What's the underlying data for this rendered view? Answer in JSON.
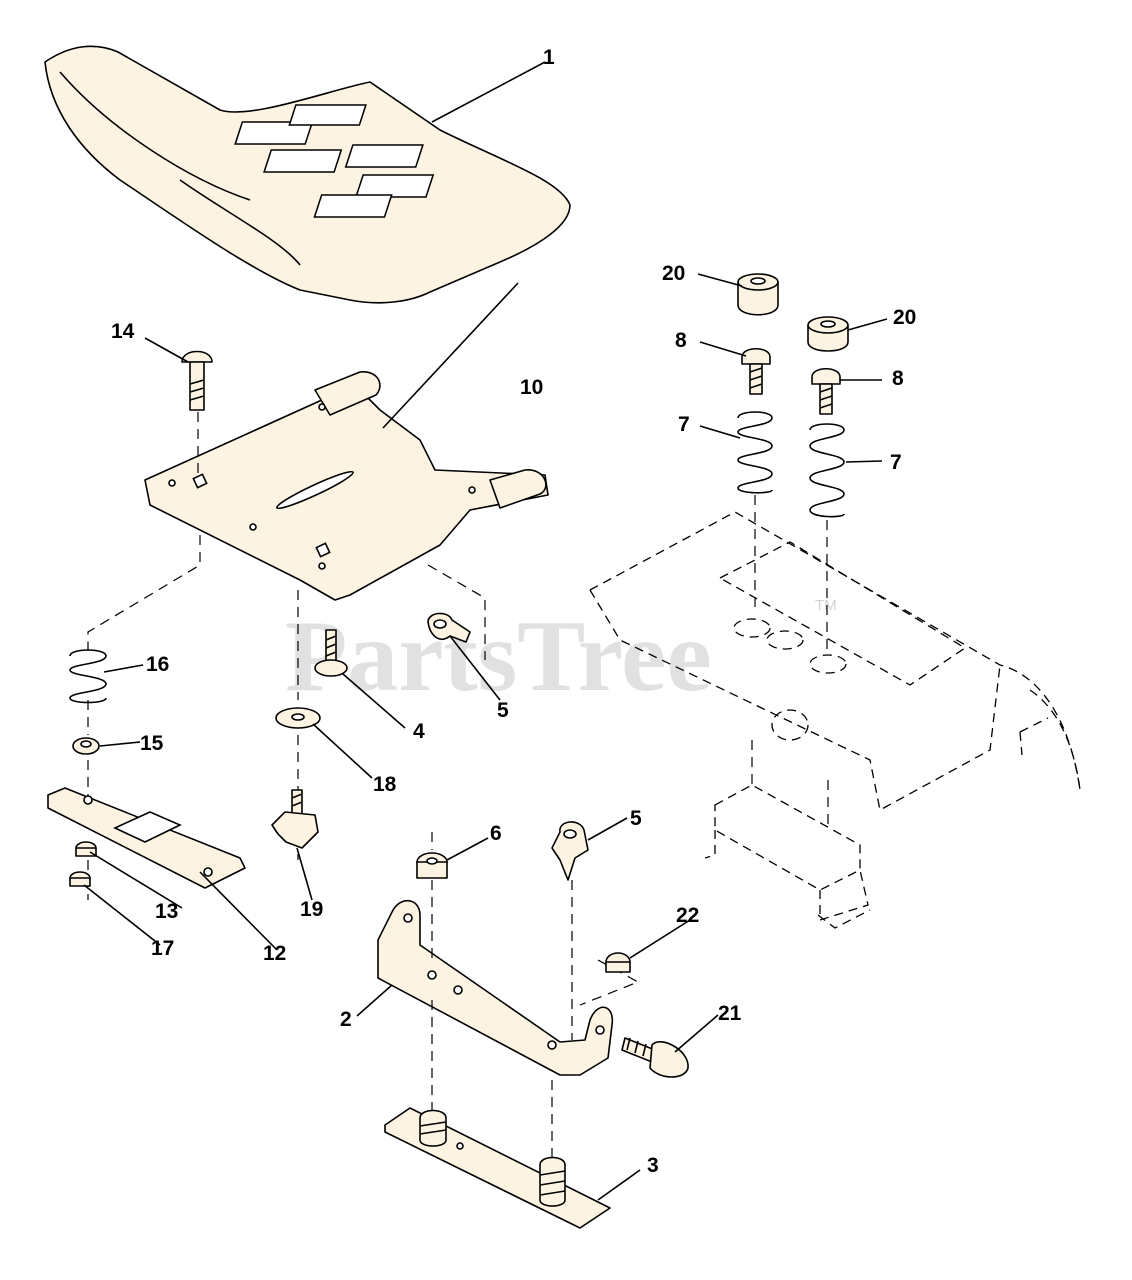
{
  "watermark": {
    "text": "PartsTree",
    "trademark": "TM"
  },
  "callouts": {
    "c1": "1",
    "c2": "2",
    "c3": "3",
    "c4": "4",
    "c5a": "5",
    "c5b": "5",
    "c6": "6",
    "c7a": "7",
    "c7b": "7",
    "c8a": "8",
    "c8b": "8",
    "c10": "10",
    "c12": "12",
    "c13": "13",
    "c14": "14",
    "c15": "15",
    "c16": "16",
    "c17": "17",
    "c18": "18",
    "c19": "19",
    "c20a": "20",
    "c20b": "20",
    "c21": "21",
    "c22": "22"
  }
}
